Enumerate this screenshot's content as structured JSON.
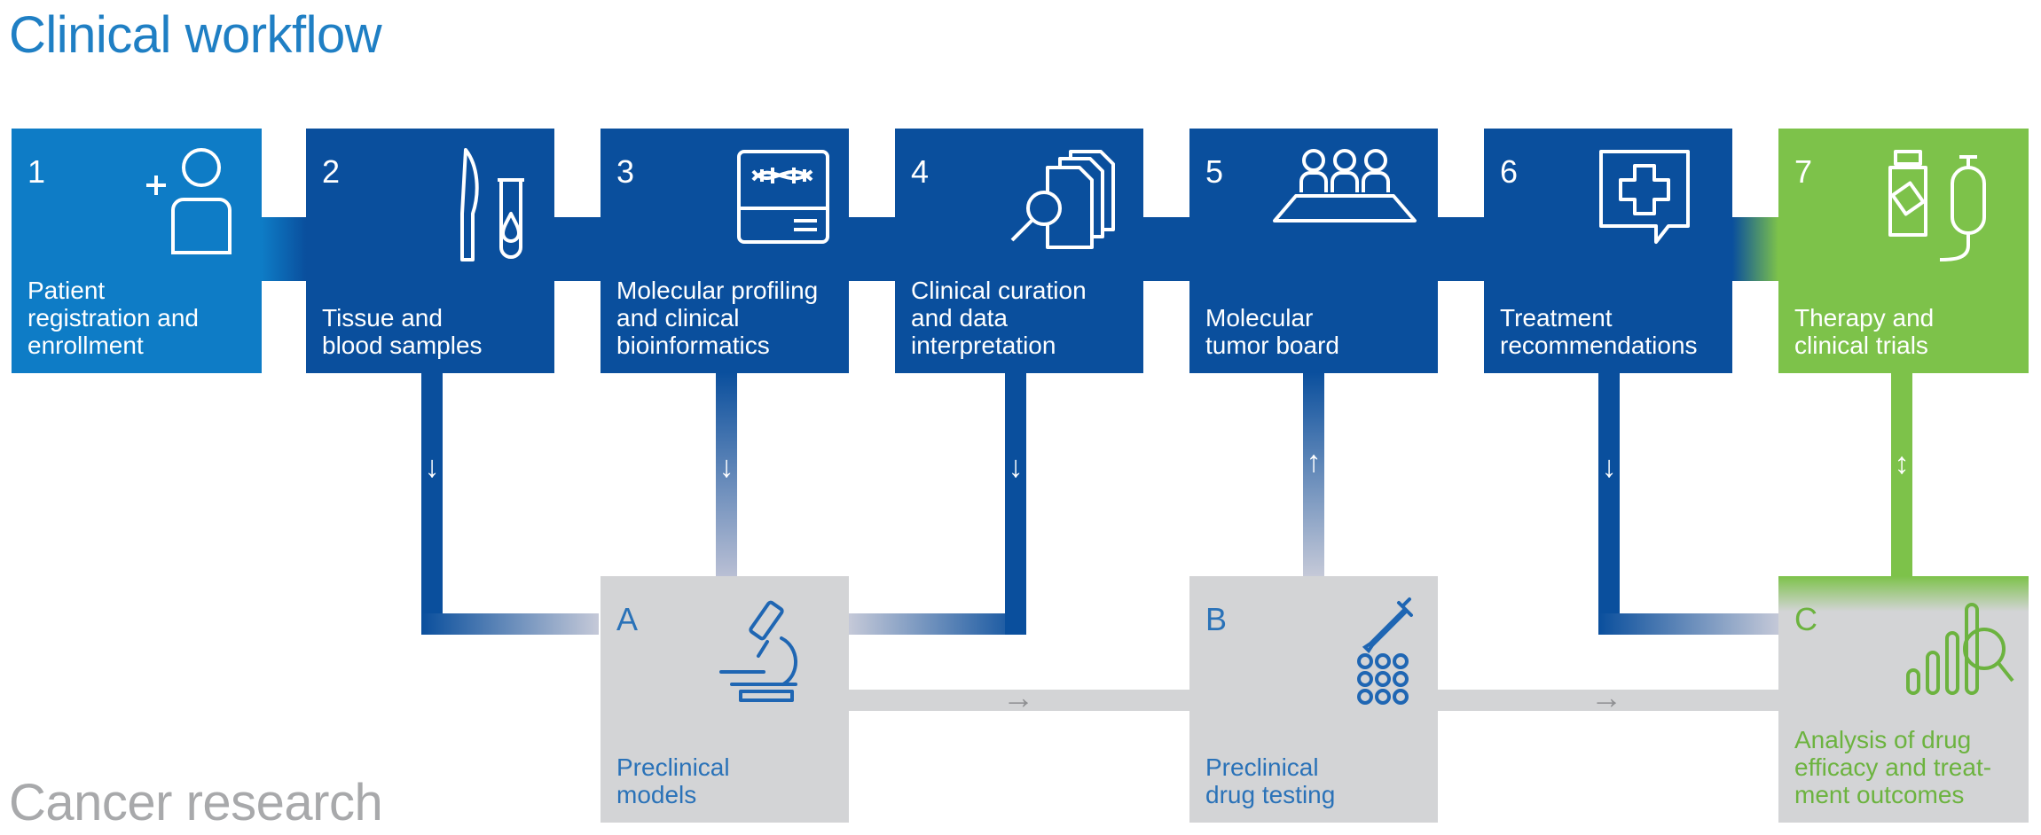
{
  "titles": {
    "top": "Clinical workflow",
    "bottom": "Cancer research"
  },
  "workflow_steps": [
    {
      "number": "1",
      "label": "Patient\nregistration and\nenrollment",
      "icon": "person-add-icon"
    },
    {
      "number": "2",
      "label": "Tissue and\nblood samples",
      "icon": "scalpel-tube-icon"
    },
    {
      "number": "3",
      "label": "Molecular profiling\nand clinical\nbioinformatics",
      "icon": "dna-sequencer-icon"
    },
    {
      "number": "4",
      "label": "Clinical curation\nand data\ninterpretation",
      "icon": "documents-magnifier-icon"
    },
    {
      "number": "5",
      "label": "Molecular\ntumor board",
      "icon": "board-meeting-icon"
    },
    {
      "number": "6",
      "label": "Treatment\nrecommendations",
      "icon": "medical-cross-chat-icon"
    },
    {
      "number": "7",
      "label": "Therapy and\nclinical trials",
      "icon": "medication-iv-icon"
    }
  ],
  "research_steps": [
    {
      "letter": "A",
      "label": "Preclinical\nmodels",
      "icon": "microscope-icon"
    },
    {
      "letter": "B",
      "label": "Preclinical\ndrug testing",
      "icon": "pipette-wellplate-icon"
    },
    {
      "letter": "C",
      "label": "Analysis of drug\nefficacy and treat-\nment outcomes",
      "icon": "bar-chart-magnifier-icon"
    }
  ],
  "connector_arrows": {
    "down": "↓",
    "up": "↑",
    "both": "↕",
    "right": "→"
  },
  "colors": {
    "dark_blue": "#0a4f9d",
    "light_blue": "#0e7cc6",
    "green": "#7dc24a",
    "grey": "#d3d4d6",
    "title_blue": "#1f7fc4",
    "title_grey": "#a8a9ab"
  }
}
